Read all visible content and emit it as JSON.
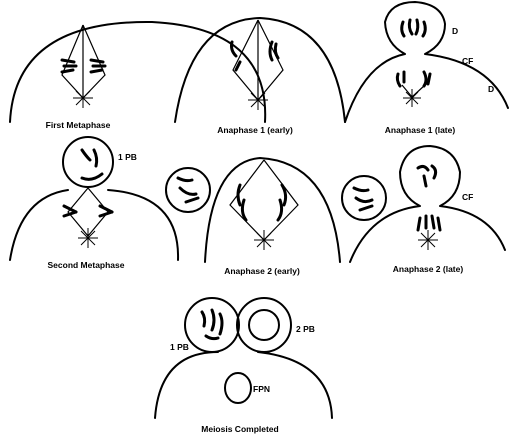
{
  "panels": [
    {
      "caption": "First Metaphase"
    },
    {
      "caption": "Anaphase 1 (early)"
    },
    {
      "caption": "Anaphase 1 (late)"
    },
    {
      "caption": "Second Metaphase"
    },
    {
      "caption": "Anaphase 2 (early)"
    },
    {
      "caption": "Anaphase 2 (late)"
    },
    {
      "caption": "Meiosis Completed"
    }
  ],
  "labels": {
    "d": "D",
    "cf": "CF",
    "first_polar_body": "1 PB",
    "second_polar_body": "2 PB",
    "female_pronucleus": "FPN"
  }
}
